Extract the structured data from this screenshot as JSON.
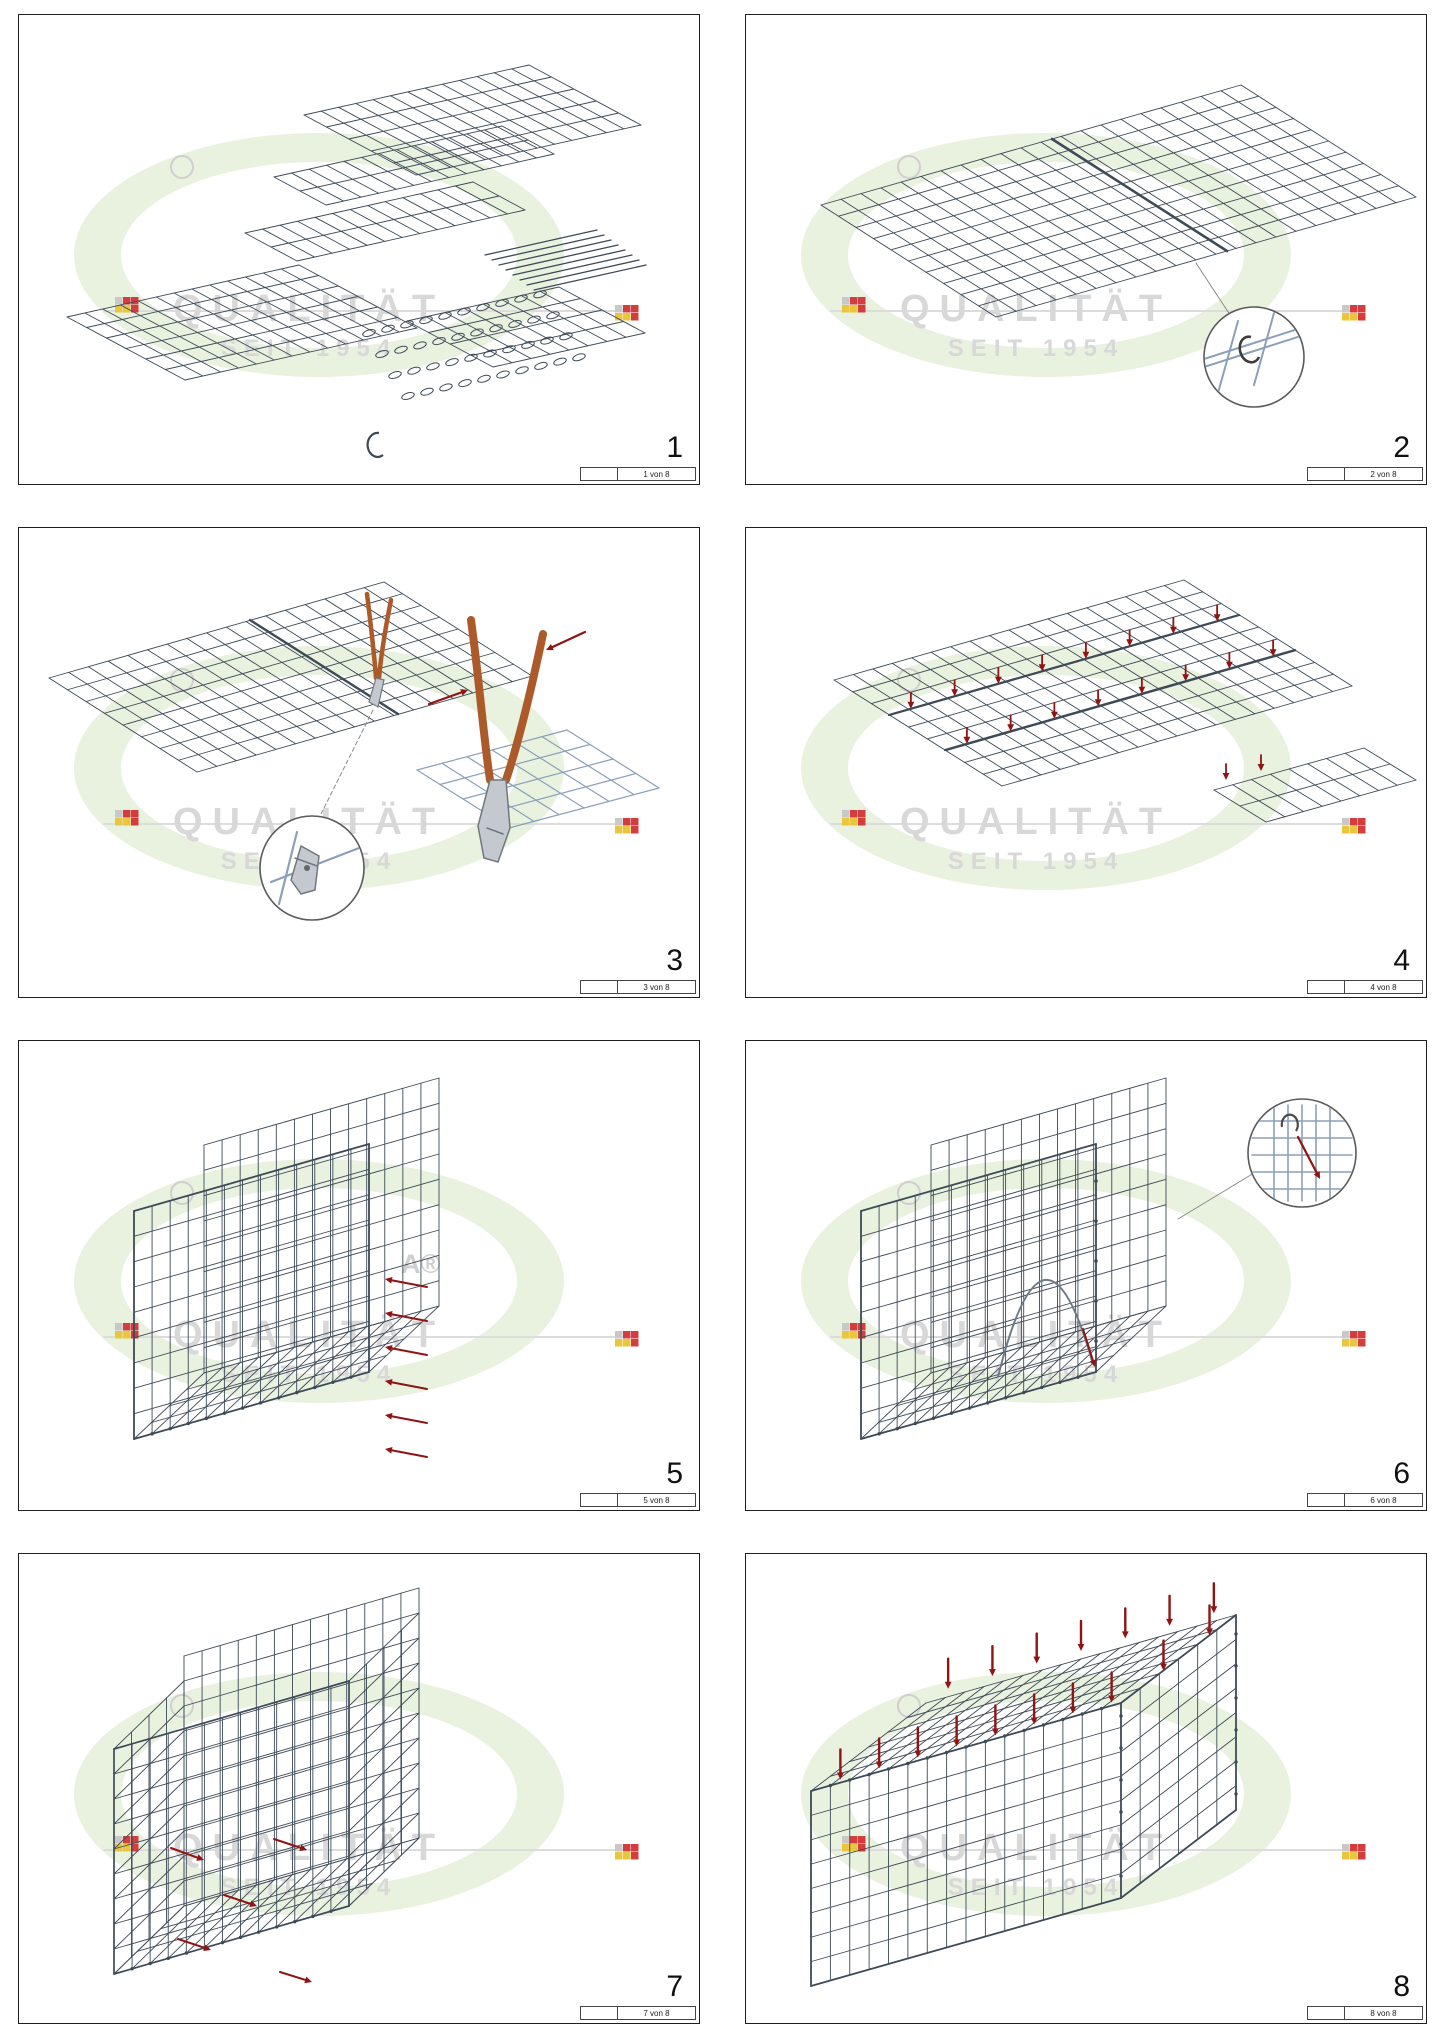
{
  "document": {
    "type": "assembly-instructions",
    "total_steps": 8
  },
  "watermark": {
    "quality": "QUALITÄT",
    "since": "SEIT 1954",
    "brand_fragment": "A®"
  },
  "panels": [
    {
      "number": "1",
      "sheet_label": "1 von 8"
    },
    {
      "number": "2",
      "sheet_label": "2 von 8"
    },
    {
      "number": "3",
      "sheet_label": "3 von 8"
    },
    {
      "number": "4",
      "sheet_label": "4 von 8"
    },
    {
      "number": "5",
      "sheet_label": "5 von 8"
    },
    {
      "number": "6",
      "sheet_label": "6 von 8"
    },
    {
      "number": "7",
      "sheet_label": "7 von 8"
    },
    {
      "number": "8",
      "sheet_label": "8 von 8"
    }
  ],
  "colors": {
    "mesh": "#3e4a57",
    "mesh_light": "#8ba0b8",
    "arrow": "#8f1414",
    "pliers_handle": "#ad5a2b",
    "pliers_metal": "#c3c9cf",
    "pliers_metal_dark": "#70787f",
    "watermark_fill": "#e9f1df",
    "watermark_text": "#d8d8d8",
    "magnifier_stroke": "#5a5a5a",
    "leader": "#8a8a8a"
  }
}
